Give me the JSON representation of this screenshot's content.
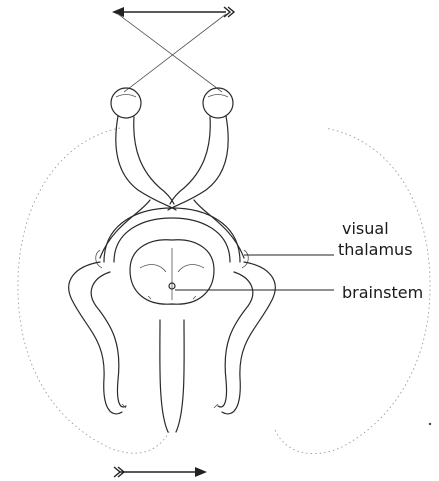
{
  "labels": {
    "visual_thalamus_line1": "visual",
    "visual_thalamus_line2": "thalamus",
    "brainstem": "brainstem"
  },
  "colors": {
    "stroke": "#2a2a2a",
    "faint_outline": "#9a9a9a",
    "background": "#ffffff"
  }
}
